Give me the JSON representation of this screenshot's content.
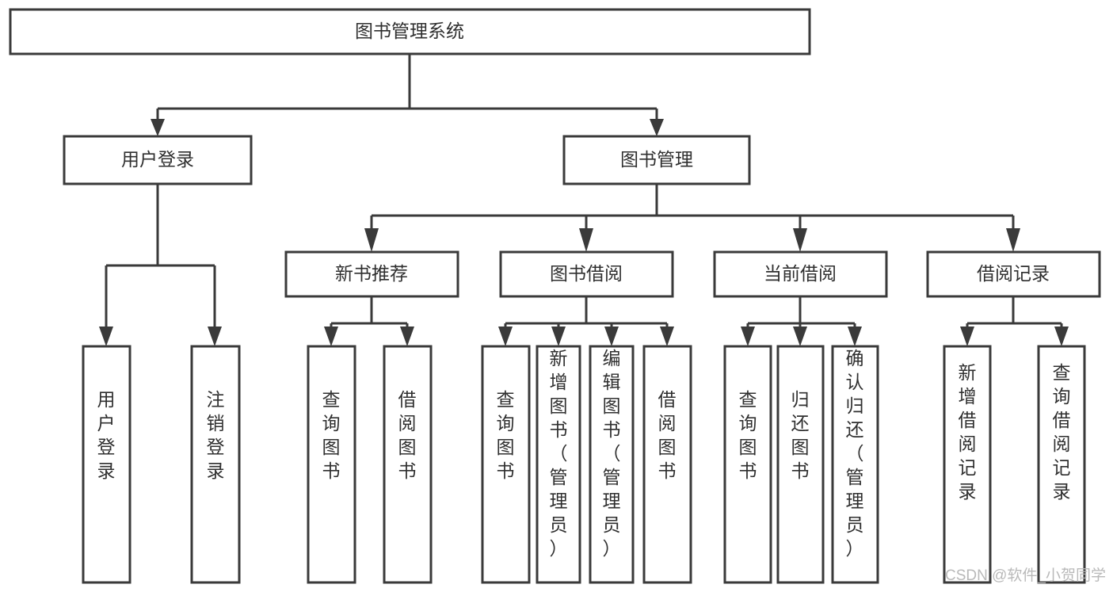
{
  "diagram": {
    "type": "tree-hierarchy",
    "title": "图书管理系统",
    "orientation": "top-down",
    "colors": {
      "background": "#ffffff",
      "box_fill": "#ffffff",
      "box_stroke": "#3a3a3a",
      "connector": "#3a3a3a",
      "text": "#2f2f2f",
      "watermark": "#b9b9b9"
    },
    "levels": [
      {
        "level": 1,
        "nodes": [
          {
            "id": "root",
            "label": "图书管理系统",
            "orientation": "horizontal"
          }
        ]
      },
      {
        "level": 2,
        "nodes": [
          {
            "id": "user-login",
            "label": "用户登录",
            "orientation": "horizontal",
            "parent": "root"
          },
          {
            "id": "book-manage",
            "label": "图书管理",
            "orientation": "horizontal",
            "parent": "root"
          }
        ]
      },
      {
        "level": 3,
        "nodes": [
          {
            "id": "new-book-rec",
            "label": "新书推荐",
            "orientation": "horizontal",
            "parent": "book-manage"
          },
          {
            "id": "book-borrow",
            "label": "图书借阅",
            "orientation": "horizontal",
            "parent": "book-manage"
          },
          {
            "id": "current-borrow",
            "label": "当前借阅",
            "orientation": "horizontal",
            "parent": "book-manage"
          },
          {
            "id": "borrow-record",
            "label": "借阅记录",
            "orientation": "horizontal",
            "parent": "book-manage"
          }
        ]
      },
      {
        "level": 4,
        "nodes": [
          {
            "id": "leaf-user-login",
            "label": "用户登录",
            "orientation": "vertical",
            "parent": "user-login"
          },
          {
            "id": "leaf-logout",
            "label": "注销登录",
            "orientation": "vertical",
            "parent": "user-login"
          },
          {
            "id": "leaf-query-book-1",
            "label": "查询图书",
            "orientation": "vertical",
            "parent": "new-book-rec"
          },
          {
            "id": "leaf-borrow-book-1",
            "label": "借阅图书",
            "orientation": "vertical",
            "parent": "new-book-rec"
          },
          {
            "id": "leaf-query-book-2",
            "label": "查询图书",
            "orientation": "vertical",
            "parent": "book-borrow"
          },
          {
            "id": "leaf-add-book",
            "label": "新增图书（管理员）",
            "orientation": "vertical",
            "parent": "book-borrow"
          },
          {
            "id": "leaf-edit-book",
            "label": "编辑图书（管理员）",
            "orientation": "vertical",
            "parent": "book-borrow"
          },
          {
            "id": "leaf-borrow-book-2",
            "label": "借阅图书",
            "orientation": "vertical",
            "parent": "book-borrow"
          },
          {
            "id": "leaf-query-book-3",
            "label": "查询图书",
            "orientation": "vertical",
            "parent": "current-borrow"
          },
          {
            "id": "leaf-return-book",
            "label": "归还图书",
            "orientation": "vertical",
            "parent": "current-borrow"
          },
          {
            "id": "leaf-confirm-return",
            "label": "确认归还（管理员）",
            "orientation": "vertical",
            "parent": "current-borrow"
          },
          {
            "id": "leaf-add-record",
            "label": "新增借阅记录",
            "orientation": "vertical",
            "parent": "borrow-record"
          },
          {
            "id": "leaf-query-record",
            "label": "查询借阅记录",
            "orientation": "vertical",
            "parent": "borrow-record"
          }
        ]
      }
    ]
  },
  "watermark": {
    "text": "CSDN @软件_小贺同学"
  }
}
